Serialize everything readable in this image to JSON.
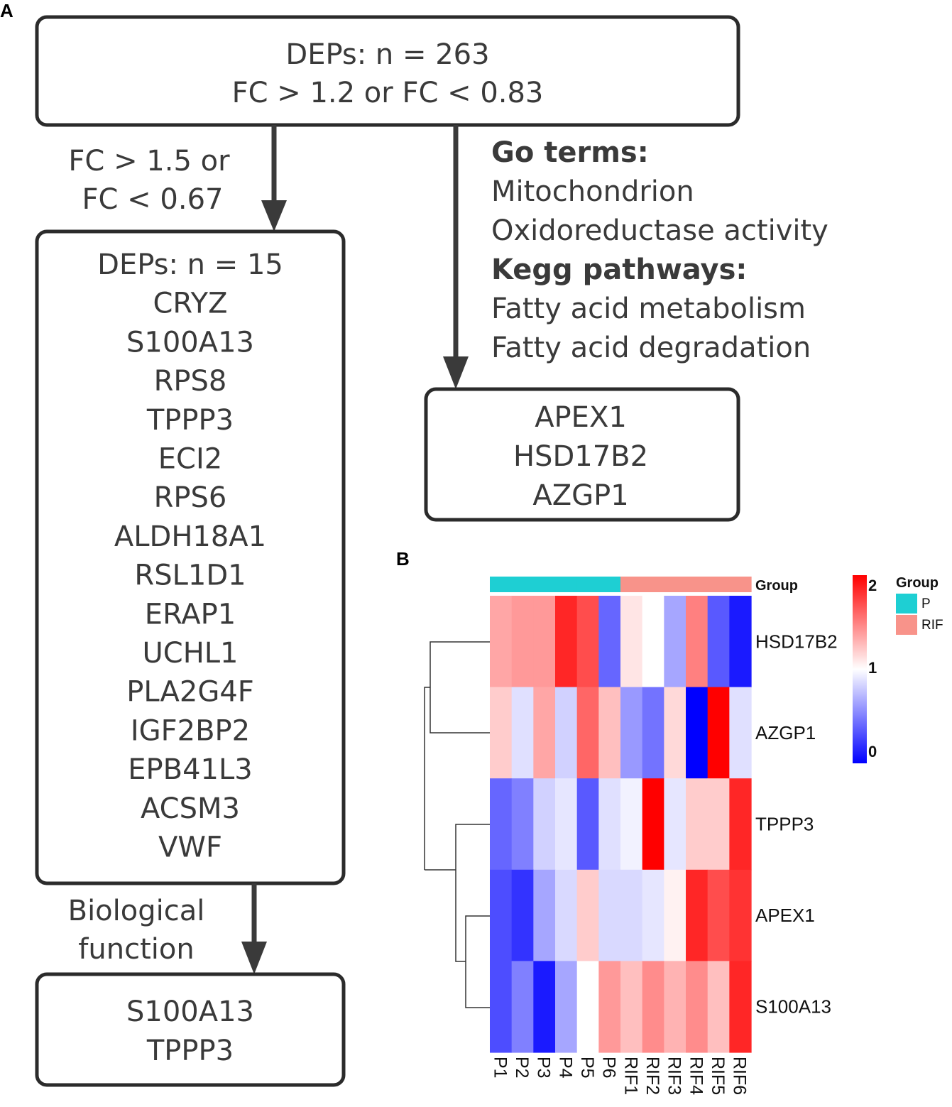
{
  "panel_a": {
    "label": "A",
    "top_box": {
      "line1": "DEPs: n = 263",
      "line2": "FC > 1.2 or FC < 0.83"
    },
    "left_arrow_label": {
      "line1": "FC > 1.5 or",
      "line2": "FC < 0.67"
    },
    "left_box": {
      "lines": [
        "DEPs: n = 15",
        "CRYZ",
        "S100A13",
        "RPS8",
        "TPPP3",
        "ECI2",
        "RPS6",
        "ALDH18A1",
        "RSL1D1",
        "ERAP1",
        "UCHL1",
        "PLA2G4F",
        "IGF2BP2",
        "EPB41L3",
        "ACSM3",
        "VWF"
      ]
    },
    "right_annotation": {
      "go_heading": "Go terms:",
      "go_terms": [
        "Mitochondrion",
        "Oxidoreductase activity"
      ],
      "kegg_heading": "Kegg pathways:",
      "kegg_terms": [
        "Fatty acid metabolism",
        "Fatty acid degradation"
      ]
    },
    "right_box": {
      "lines": [
        "APEX1",
        "HSD17B2",
        "AZGP1"
      ]
    },
    "bottom_arrow_label": {
      "line1": "Biological",
      "line2": "function"
    },
    "bottom_box": {
      "lines": [
        "S100A13",
        "TPPP3"
      ]
    }
  },
  "panel_b": {
    "label": "B",
    "group_label": "Group",
    "legend": {
      "title": "Group",
      "items": [
        {
          "name": "P",
          "color": "#1ecfd3"
        },
        {
          "name": "RIF",
          "color": "#f8938a"
        }
      ],
      "scale_ticks": [
        "2",
        "1",
        "0"
      ]
    },
    "columns": [
      "P1",
      "P2",
      "P3",
      "P4",
      "P5",
      "P6",
      "RIF1",
      "RIF2",
      "RIF3",
      "RIF4",
      "RIF5",
      "RIF6"
    ],
    "rows": [
      "HSD17B2",
      "AZGP1",
      "TPPP3",
      "APEX1",
      "S100A13"
    ]
  },
  "chart_data": {
    "type": "heatmap",
    "rows": [
      "HSD17B2",
      "AZGP1",
      "TPPP3",
      "APEX1",
      "S100A13"
    ],
    "columns": [
      "P1",
      "P2",
      "P3",
      "P4",
      "P5",
      "P6",
      "RIF1",
      "RIF2",
      "RIF3",
      "RIF4",
      "RIF5",
      "RIF6"
    ],
    "groups": [
      "P",
      "P",
      "P",
      "P",
      "P",
      "P",
      "RIF",
      "RIF",
      "RIF",
      "RIF",
      "RIF",
      "RIF"
    ],
    "values": [
      [
        1.35,
        1.4,
        1.4,
        1.85,
        1.7,
        0.4,
        1.1,
        1.0,
        0.65,
        1.5,
        0.35,
        0.1
      ],
      [
        1.2,
        0.88,
        1.35,
        0.82,
        1.6,
        1.25,
        0.6,
        0.45,
        1.15,
        0.0,
        2.0,
        0.88
      ],
      [
        0.4,
        0.5,
        0.82,
        0.9,
        0.35,
        0.88,
        0.95,
        2.0,
        0.9,
        1.2,
        1.2,
        1.85
      ],
      [
        0.3,
        0.2,
        0.65,
        0.85,
        1.2,
        0.85,
        0.85,
        0.9,
        1.05,
        1.85,
        1.7,
        1.8
      ],
      [
        0.3,
        0.5,
        0.1,
        0.65,
        1.0,
        1.4,
        1.25,
        1.45,
        1.3,
        1.45,
        1.25,
        1.85
      ]
    ],
    "color_scale": {
      "min": 0,
      "mid": 1,
      "max": 2,
      "low_color": "#0000ff",
      "mid_color": "#ffffff",
      "high_color": "#ff0000"
    },
    "ylim": [
      0,
      2
    ]
  }
}
